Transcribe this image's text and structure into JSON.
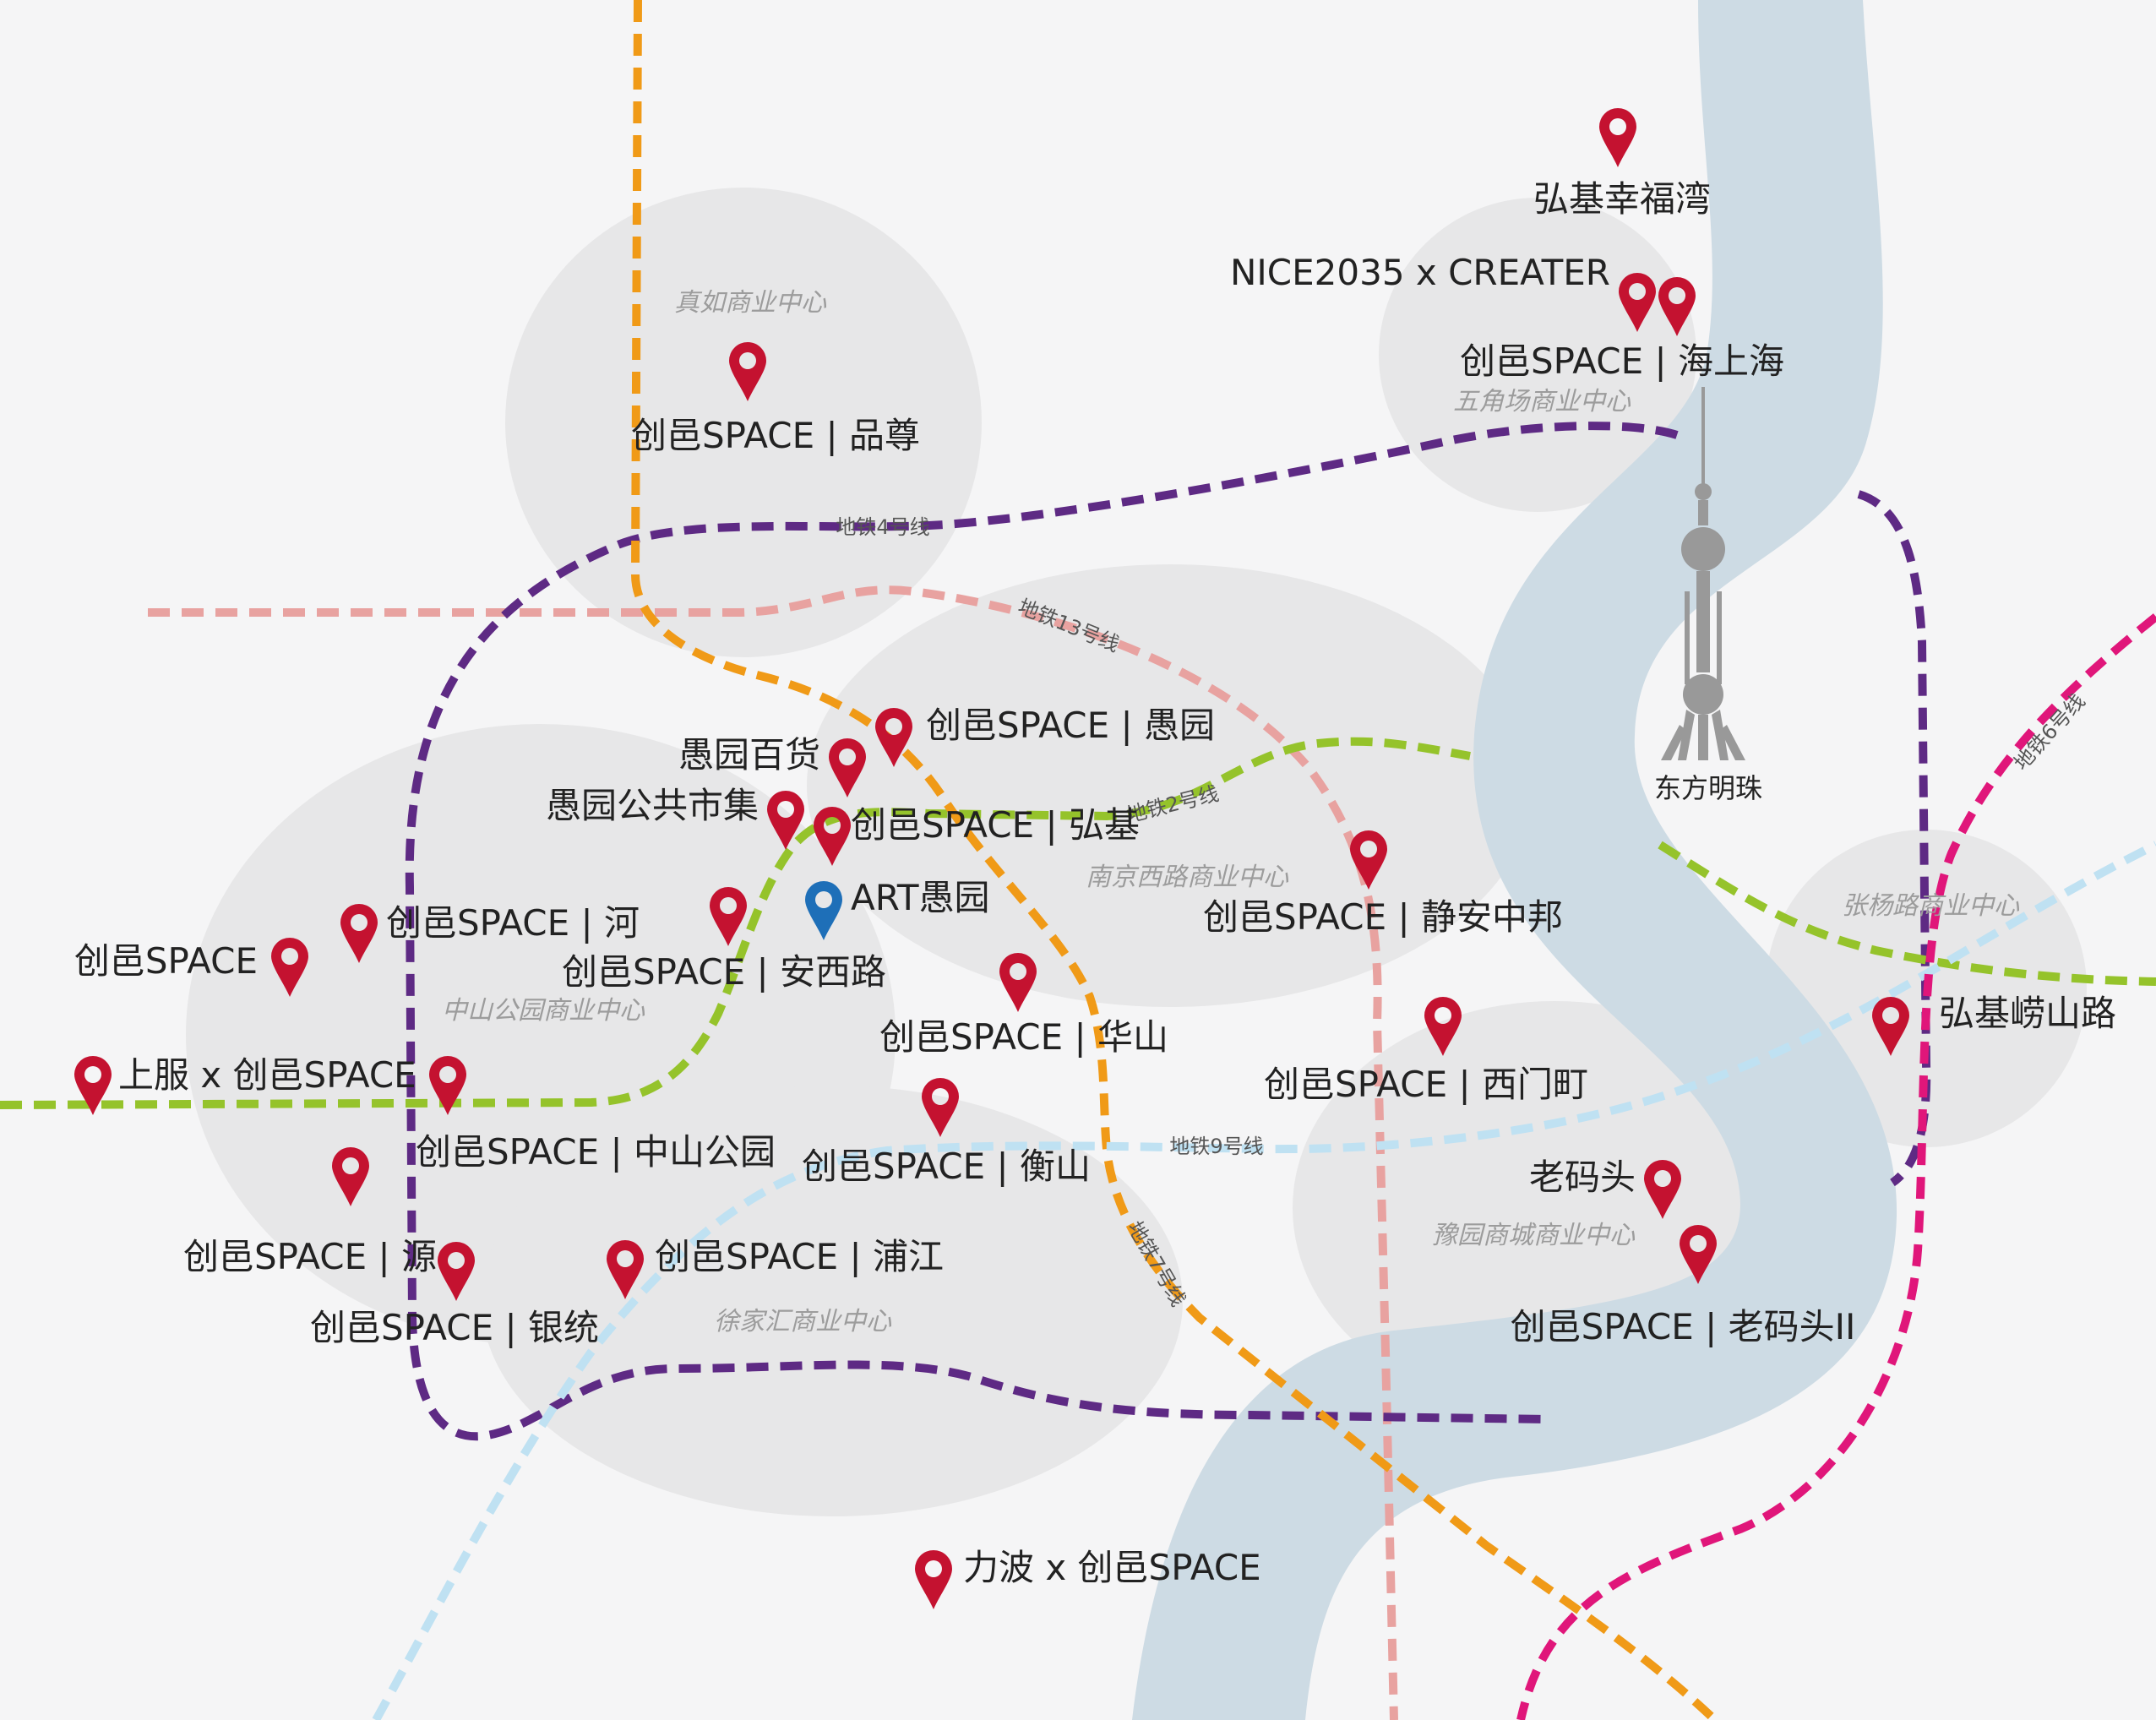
{
  "colors": {
    "background": "#f5f5f6",
    "river": "#cddbe4",
    "area_fill": "#e7e7e8",
    "pin_red": "#c41230",
    "pin_blue": "#1e6fb8",
    "line4": "#5e2a84",
    "line13": "#e8a2a0",
    "line2": "#95c32b",
    "line7": "#f09a17",
    "line9": "#bfe1f2",
    "line6": "#e0167a",
    "tower": "#999999"
  },
  "areas": [
    {
      "id": "zhenru",
      "label": "真如商业中心"
    },
    {
      "id": "wujiaochang",
      "label": "五角场商业中心"
    },
    {
      "id": "nanjingxilu",
      "label": "南京西路商业中心"
    },
    {
      "id": "zhongshangongyuan",
      "label": "中山公园商业中心"
    },
    {
      "id": "xujiahui",
      "label": "徐家汇商业中心"
    },
    {
      "id": "yuyuan",
      "label": "豫园商城商业中心"
    },
    {
      "id": "zhangyanglu",
      "label": "张杨路商业中心"
    }
  ],
  "metro_lines": [
    {
      "id": "line4",
      "label": "地铁4号线"
    },
    {
      "id": "line13",
      "label": "地铁13号线"
    },
    {
      "id": "line2",
      "label": "地铁2号线"
    },
    {
      "id": "line9",
      "label": "地铁9号线"
    },
    {
      "id": "line7",
      "label": "地铁7号线"
    },
    {
      "id": "line6",
      "label": "地铁6号线"
    }
  ],
  "landmark": {
    "label": "东方明珠",
    "icon": "oriental-pearl-tower-icon"
  },
  "pins": [
    {
      "id": "hongji-xingfuwan",
      "label": "弘基幸福湾",
      "color": "red"
    },
    {
      "id": "nice2035",
      "label": "NICE2035 x CREATER",
      "color": "red"
    },
    {
      "id": "haishanghai",
      "label": "创邑SPACE | 海上海",
      "color": "red"
    },
    {
      "id": "pinzun",
      "label": "创邑SPACE | 品尊",
      "color": "red"
    },
    {
      "id": "yuyuan-space",
      "label": "创邑SPACE | 愚园",
      "color": "red"
    },
    {
      "id": "yuyuan-baihuo",
      "label": "愚园百货",
      "color": "red"
    },
    {
      "id": "yuyuan-shiji",
      "label": "愚园公共市集",
      "color": "red"
    },
    {
      "id": "hongji",
      "label": "创邑SPACE | 弘基",
      "color": "red"
    },
    {
      "id": "art-yuyuan",
      "label": "ART愚园",
      "color": "blue"
    },
    {
      "id": "he",
      "label": "创邑SPACE | 河",
      "color": "red"
    },
    {
      "id": "space",
      "label": "创邑SPACE",
      "color": "red"
    },
    {
      "id": "anxilu",
      "label": "创邑SPACE | 安西路",
      "color": "red"
    },
    {
      "id": "jingan-zhongbang",
      "label": "创邑SPACE | 静安中邦",
      "color": "red"
    },
    {
      "id": "huashan",
      "label": "创邑SPACE | 华山",
      "color": "red"
    },
    {
      "id": "hongji-laoshanlu",
      "label": "弘基崂山路",
      "color": "red"
    },
    {
      "id": "shangfu",
      "label": "上服 x 创邑SPACE",
      "color": "red"
    },
    {
      "id": "zhongshangongyuan-space",
      "label": "创邑SPACE | 中山公园",
      "color": "red"
    },
    {
      "id": "ximending",
      "label": "创邑SPACE | 西门町",
      "color": "red"
    },
    {
      "id": "hengshan",
      "label": "创邑SPACE | 衡山",
      "color": "red"
    },
    {
      "id": "yuan",
      "label": "创邑SPACE | 源",
      "color": "red"
    },
    {
      "id": "laomatou",
      "label": "老码头",
      "color": "red"
    },
    {
      "id": "pujiang",
      "label": "创邑SPACE | 浦江",
      "color": "red"
    },
    {
      "id": "laomatou2",
      "label": "创邑SPACE | 老码头II",
      "color": "red"
    },
    {
      "id": "yintong",
      "label": "创邑SPACE | 银统",
      "color": "red"
    },
    {
      "id": "libo",
      "label": "力波 x 创邑SPACE",
      "color": "red"
    }
  ]
}
